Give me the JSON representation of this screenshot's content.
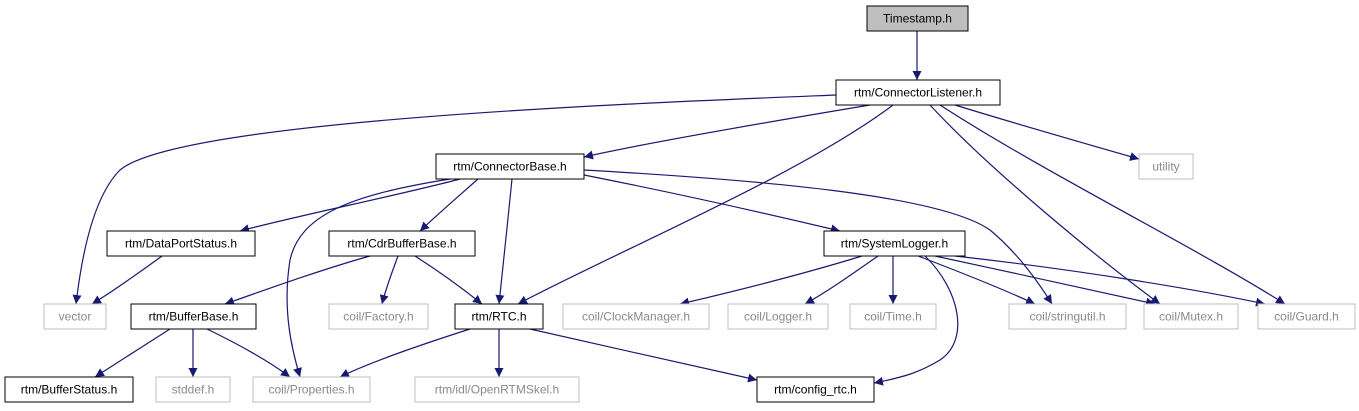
{
  "graph": {
    "colors": {
      "edge": "#191970",
      "border_dark": "#000000",
      "border_light": "#bfbfbf",
      "text_dark": "#000000",
      "text_light": "#8a8a8a",
      "root_fill": "#bfbfbf",
      "node_fill": "#ffffff"
    },
    "nodes": [
      {
        "id": "timestamp",
        "label": "Timestamp.h",
        "style": "root"
      },
      {
        "id": "connlistener",
        "label": "rtm/ConnectorListener.h",
        "style": "dark"
      },
      {
        "id": "connbase",
        "label": "rtm/ConnectorBase.h",
        "style": "dark"
      },
      {
        "id": "utility",
        "label": "utility",
        "style": "light"
      },
      {
        "id": "dataportstatus",
        "label": "rtm/DataPortStatus.h",
        "style": "dark"
      },
      {
        "id": "cdrbufferbase",
        "label": "rtm/CdrBufferBase.h",
        "style": "dark"
      },
      {
        "id": "systemlogger",
        "label": "rtm/SystemLogger.h",
        "style": "dark"
      },
      {
        "id": "vector",
        "label": "vector",
        "style": "light"
      },
      {
        "id": "bufferbase",
        "label": "rtm/BufferBase.h",
        "style": "dark"
      },
      {
        "id": "factory",
        "label": "coil/Factory.h",
        "style": "light"
      },
      {
        "id": "rtc",
        "label": "rtm/RTC.h",
        "style": "dark"
      },
      {
        "id": "clockmanager",
        "label": "coil/ClockManager.h",
        "style": "light"
      },
      {
        "id": "logger",
        "label": "coil/Logger.h",
        "style": "light"
      },
      {
        "id": "time",
        "label": "coil/Time.h",
        "style": "light"
      },
      {
        "id": "stringutil",
        "label": "coil/stringutil.h",
        "style": "light"
      },
      {
        "id": "mutex",
        "label": "coil/Mutex.h",
        "style": "light"
      },
      {
        "id": "guard",
        "label": "coil/Guard.h",
        "style": "light"
      },
      {
        "id": "bufferstatus",
        "label": "rtm/BufferStatus.h",
        "style": "dark"
      },
      {
        "id": "stddef",
        "label": "stddef.h",
        "style": "light"
      },
      {
        "id": "properties",
        "label": "coil/Properties.h",
        "style": "light"
      },
      {
        "id": "openrtmskel",
        "label": "rtm/idl/OpenRTMSkel.h",
        "style": "light"
      },
      {
        "id": "configrtc",
        "label": "rtm/config_rtc.h",
        "style": "dark"
      }
    ],
    "edges": [
      {
        "from": "timestamp",
        "to": "connlistener"
      },
      {
        "from": "connlistener",
        "to": "vector"
      },
      {
        "from": "connlistener",
        "to": "connbase"
      },
      {
        "from": "connlistener",
        "to": "rtc"
      },
      {
        "from": "connlistener",
        "to": "utility"
      },
      {
        "from": "connlistener",
        "to": "mutex"
      },
      {
        "from": "connlistener",
        "to": "guard"
      },
      {
        "from": "connbase",
        "to": "dataportstatus"
      },
      {
        "from": "connbase",
        "to": "properties"
      },
      {
        "from": "connbase",
        "to": "cdrbufferbase"
      },
      {
        "from": "connbase",
        "to": "rtc"
      },
      {
        "from": "connbase",
        "to": "systemlogger"
      },
      {
        "from": "connbase",
        "to": "stringutil"
      },
      {
        "from": "dataportstatus",
        "to": "vector"
      },
      {
        "from": "cdrbufferbase",
        "to": "bufferbase"
      },
      {
        "from": "cdrbufferbase",
        "to": "factory"
      },
      {
        "from": "cdrbufferbase",
        "to": "rtc"
      },
      {
        "from": "bufferbase",
        "to": "bufferstatus"
      },
      {
        "from": "bufferbase",
        "to": "stddef"
      },
      {
        "from": "bufferbase",
        "to": "properties"
      },
      {
        "from": "rtc",
        "to": "properties"
      },
      {
        "from": "rtc",
        "to": "openrtmskel"
      },
      {
        "from": "rtc",
        "to": "configrtc"
      },
      {
        "from": "systemlogger",
        "to": "clockmanager"
      },
      {
        "from": "systemlogger",
        "to": "logger"
      },
      {
        "from": "systemlogger",
        "to": "time"
      },
      {
        "from": "systemlogger",
        "to": "stringutil"
      },
      {
        "from": "systemlogger",
        "to": "mutex"
      },
      {
        "from": "systemlogger",
        "to": "guard"
      },
      {
        "from": "systemlogger",
        "to": "configrtc"
      }
    ]
  }
}
